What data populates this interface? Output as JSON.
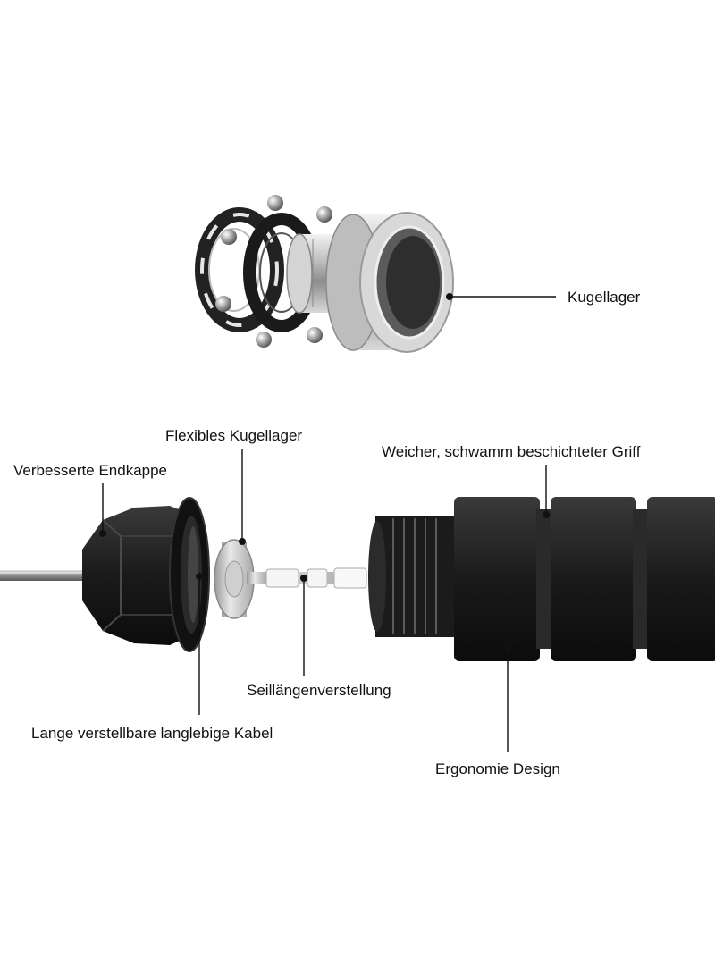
{
  "labels": {
    "kugellager": "Kugellager",
    "flexibles_kugellager": "Flexibles Kugellager",
    "verbesserte_endkappe": "Verbesserte Endkappe",
    "griff": "Weicher, schwamm beschichteter Griff",
    "seillaengenverstellung": "Seillängenverstellung",
    "kabel": "Lange verstellbare langlebige Kabel",
    "ergonomie": "Ergonomie Design"
  },
  "colors": {
    "silver": "#c9c9c9",
    "handle": "#1c1c1c",
    "text": "#111111"
  }
}
